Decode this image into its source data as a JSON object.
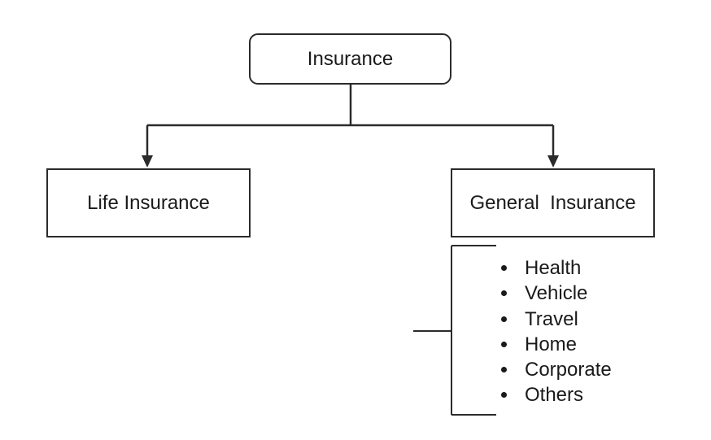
{
  "diagram": {
    "root": {
      "label": "Insurance"
    },
    "children": [
      {
        "label": "Life Insurance"
      },
      {
        "label": "General  Insurance"
      }
    ],
    "general_types": [
      "Health",
      "Vehicle",
      "Travel",
      "Home",
      "Corporate",
      "Others"
    ]
  },
  "colors": {
    "stroke": "#2b2b2b",
    "text": "#1a1a1a",
    "background": "#ffffff"
  }
}
